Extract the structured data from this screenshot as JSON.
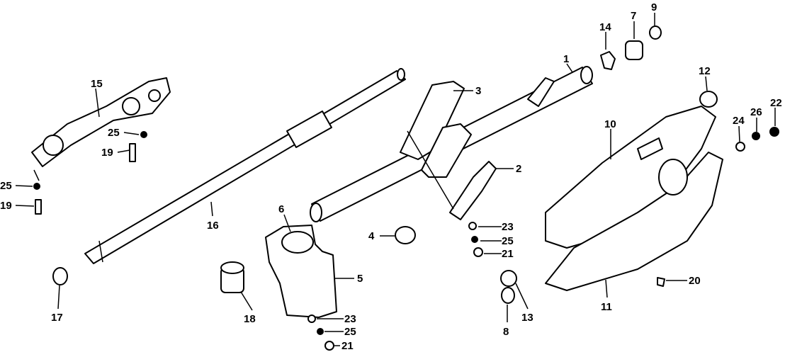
{
  "diagram": {
    "title": "Steering column exploded parts diagram",
    "callouts": {
      "c1": "1",
      "c2": "2",
      "c3": "3",
      "c4": "4",
      "c5": "5",
      "c6": "6",
      "c7": "7",
      "c8": "8",
      "c9": "9",
      "c10": "10",
      "c11": "11",
      "c12": "12",
      "c13": "13",
      "c14": "14",
      "c15": "15",
      "c16": "16",
      "c17": "17",
      "c18": "18",
      "c19a": "19",
      "c19b": "19",
      "c20": "20",
      "c21a": "21",
      "c21b": "21",
      "c22": "22",
      "c23a": "23",
      "c23b": "23",
      "c24": "24",
      "c25a": "25",
      "c25b": "25",
      "c25c": "25",
      "c25d": "25",
      "c26": "26"
    }
  }
}
